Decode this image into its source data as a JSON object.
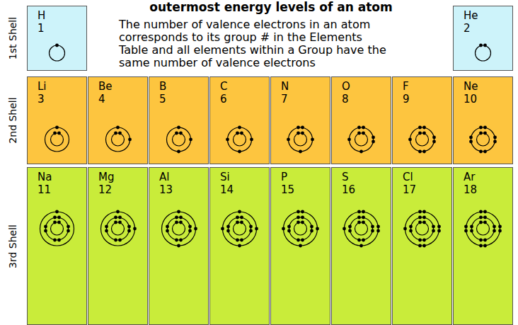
{
  "diagram": {
    "title": "outermost energy levels of an atom",
    "nodes": [
      {
        "text": [
          "H",
          "1"
        ]
      },
      {
        "text": [
          "He",
          "2"
        ]
      },
      {
        "text": [
          "Li",
          "3"
        ]
      },
      {
        "text": [
          "Be",
          "4"
        ]
      },
      {
        "text": [
          "B",
          "5"
        ]
      },
      {
        "text": [
          "C",
          "6"
        ]
      },
      {
        "text": [
          "N",
          "7"
        ]
      },
      {
        "text": [
          "O",
          "8"
        ]
      },
      {
        "text": [
          "F",
          "9"
        ]
      },
      {
        "text": [
          "Ne",
          "10"
        ]
      },
      {
        "text": [
          "Na",
          "11"
        ]
      },
      {
        "text": [
          "Mg",
          "12"
        ]
      },
      {
        "text": [
          "Al",
          "13"
        ]
      },
      {
        "text": [
          "Si",
          "14"
        ]
      },
      {
        "text": [
          "P",
          "15"
        ]
      },
      {
        "text": [
          "S",
          "16"
        ]
      },
      {
        "text": [
          "Cl",
          "17"
        ]
      },
      {
        "text": [
          "Ar",
          "18"
        ]
      }
    ],
    "labels": [
      "1st Shell",
      "The number of valence electrons in an atom corresponds to its group # in the Elements Table and all elements within a Group have the same number of valence electrons",
      "2nd Shell",
      "3rd Shell"
    ]
  }
}
